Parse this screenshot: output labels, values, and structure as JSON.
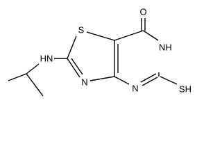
{
  "structure": {
    "atoms": {
      "oxygen": "O",
      "ring_nh": "NH",
      "sulfur": "S",
      "amine_nh": "HN",
      "imine_n": "N",
      "pyrimidine_n": "N",
      "thiol": "SH"
    }
  }
}
